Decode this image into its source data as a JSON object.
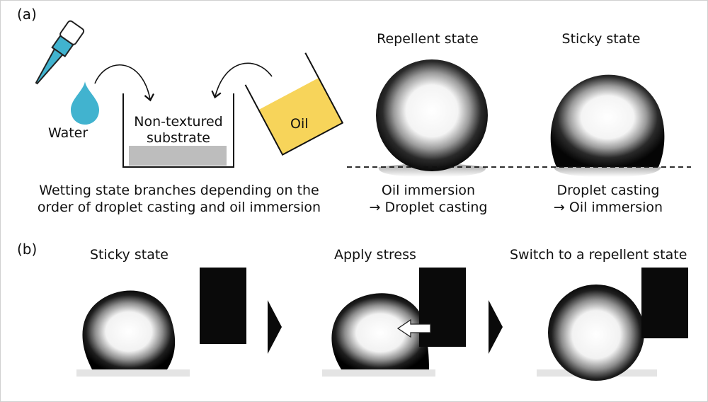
{
  "panel_a": {
    "label": "(a)",
    "water_label": "Water",
    "substrate_label_line1": "Non-textured",
    "substrate_label_line2": "substrate",
    "oil_label": "Oil",
    "caption_line1": "Wetting state branches depending on the",
    "caption_line2": "order of droplet casting and oil immersion",
    "repellent": {
      "title": "Repellent state",
      "order_line1": "Oil immersion",
      "order_line2": "→ Droplet casting"
    },
    "sticky": {
      "title": "Sticky state",
      "order_line1": "Droplet casting",
      "order_line2": "→ Oil immersion"
    }
  },
  "panel_b": {
    "label": "(b)",
    "step1_title": "Sticky state",
    "step2_title": "Apply stress",
    "step3_title": "Switch to a repellent state"
  },
  "colors": {
    "water": "#41b3cf",
    "oil": "#f7d45a",
    "substrate": "#bdbdbd"
  }
}
